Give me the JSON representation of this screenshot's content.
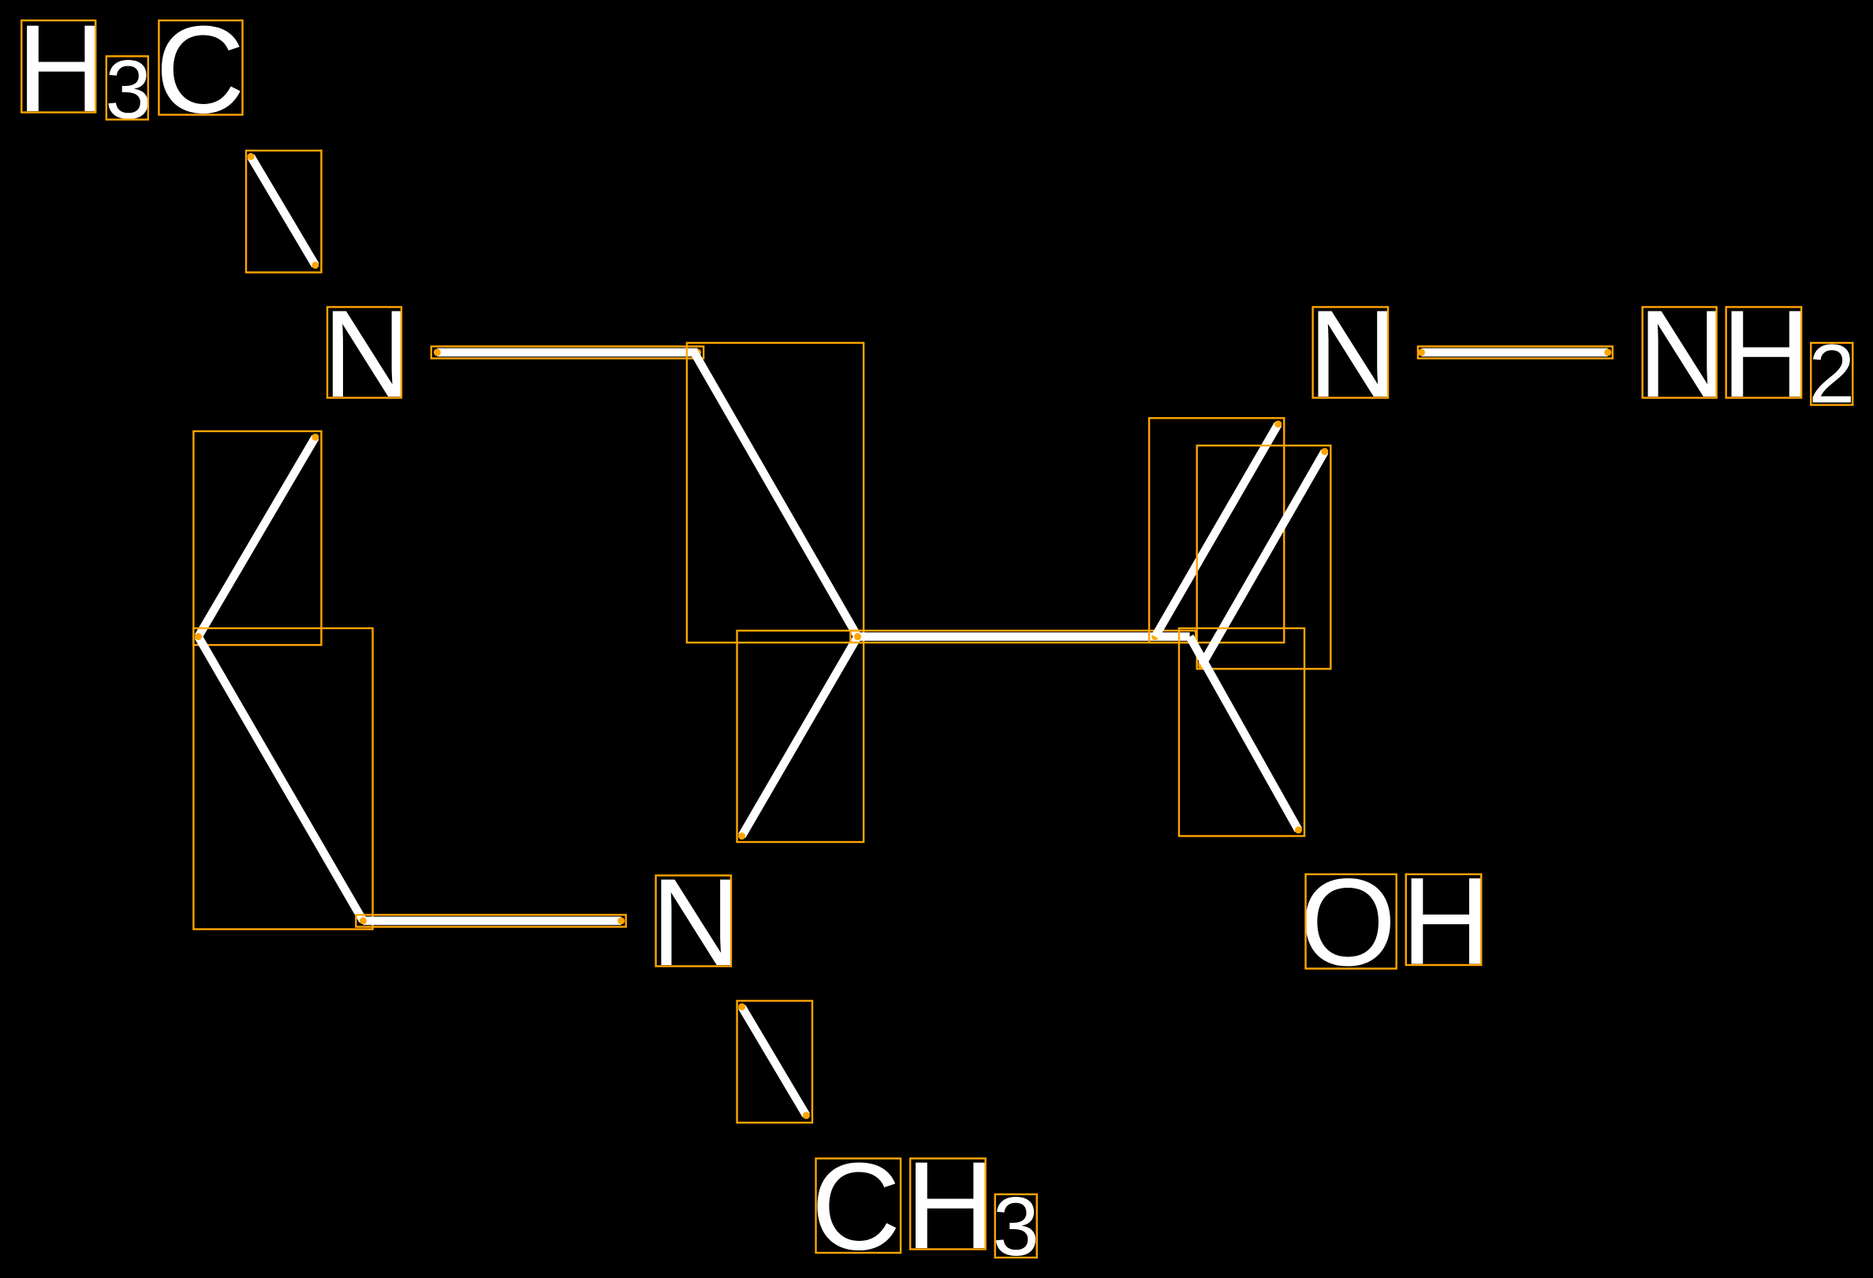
{
  "molecule": {
    "atoms": {
      "h3c_top": {
        "h": "H",
        "sub": "3",
        "c": "C"
      },
      "n_left": "N",
      "n_right": "N",
      "nh2": {
        "n": "N",
        "h": "H",
        "sub": "2"
      },
      "n_bottom": "N",
      "oh": {
        "o": "O",
        "h": "H"
      },
      "ch3_bottom": {
        "c": "C",
        "h": "H",
        "sub": "3"
      }
    },
    "colors": {
      "background": "#000000",
      "bonds": "#FFFFFF",
      "annotation_boxes": "#FFA500"
    }
  }
}
